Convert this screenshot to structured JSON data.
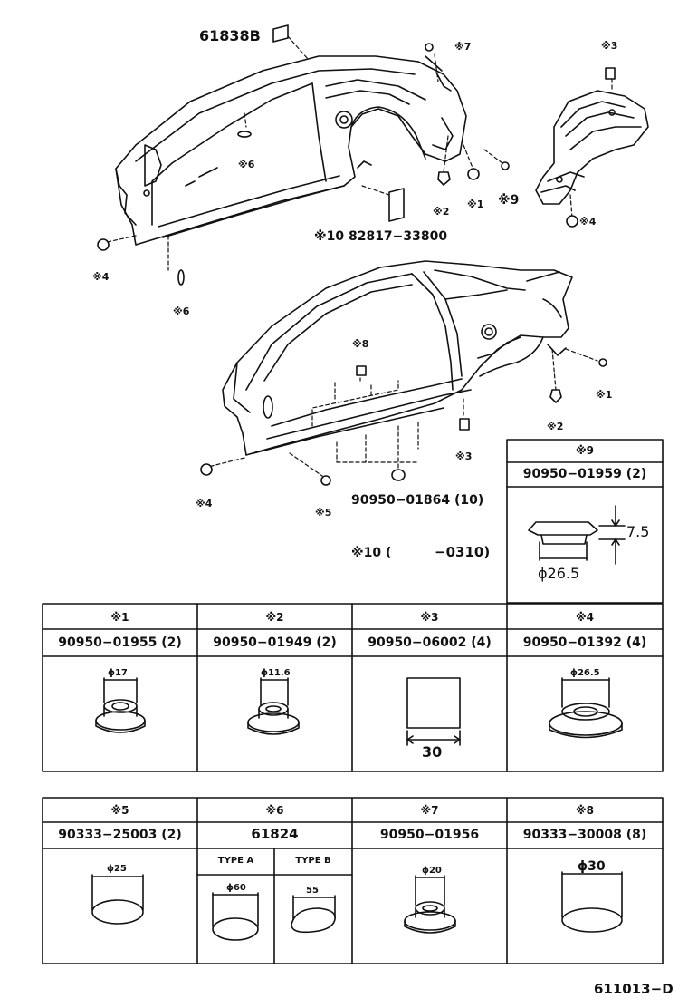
{
  "callouts": {
    "part_61838b": "61838B",
    "c7": "※7",
    "c3_top": "※3",
    "c6_roof": "※6",
    "c2_top": "※2",
    "c1_top": "※1",
    "c9_top": "※9",
    "c4_top_right": "※4",
    "c4_top_left": "※4",
    "c6_pillar": "※6",
    "c10_part": "※10  82817−33800",
    "c8_door": "※8",
    "c1_mid": "※1",
    "c2_mid": "※2",
    "c3_mid": "※3",
    "c4_mid": "※4",
    "c5_mid": "※5",
    "part_90950_01864": "90950−01864 (10)",
    "c10_alt_mark": "※10 (",
    "c10_alt_suffix": "−0310)"
  },
  "detail9": {
    "mark": "※9",
    "part": "90950−01959 (2)",
    "height": "7.5",
    "diameter": "ϕ26.5"
  },
  "table1": [
    {
      "mark": "※1",
      "part": "90950−01955 (2)",
      "dim": "ϕ17"
    },
    {
      "mark": "※2",
      "part": "90950−01949 (2)",
      "dim": "ϕ11.6"
    },
    {
      "mark": "※3",
      "part": "90950−06002 (4)",
      "dim": "30"
    },
    {
      "mark": "※4",
      "part": "90950−01392 (4)",
      "dim": "ϕ26.5"
    }
  ],
  "table2": [
    {
      "mark": "※5",
      "part": "90333−25003 (2)",
      "dim": "ϕ25"
    },
    {
      "mark": "※6",
      "part": "61824",
      "type_a": "TYPE A",
      "type_b": "TYPE B",
      "dim_a": "ϕ60",
      "dim_b": "55"
    },
    {
      "mark": "※7",
      "part": "90950−01956",
      "dim": "ϕ20"
    },
    {
      "mark": "※8",
      "part": "90333−30008 (8)",
      "dim": "ϕ30"
    }
  ],
  "footer": {
    "code": "611013−D"
  }
}
